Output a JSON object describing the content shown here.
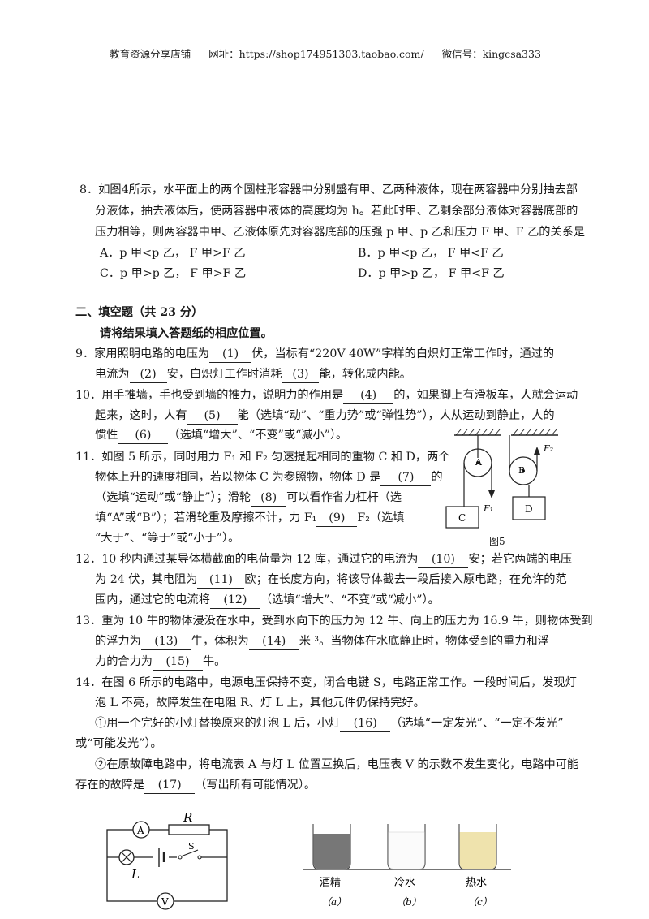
{
  "header": {
    "shop": "教育资源分享店铺",
    "site": "网址：https://shop174951303.taobao.com/",
    "wechat": "微信号：kingcsa333"
  },
  "q8": {
    "line1": "8．如图4所示，水平面上的两个圆柱形容器中分别盛有甲、乙两种液体，现在两容器中分别抽去部",
    "line2": "分液体，抽去液体后，使两容器中液体的高度均为 h。若此时甲、乙剩余部分液体对容器底部的",
    "line3": "压力相等，则两容器中甲、乙液体原先对容器底部的压强 p 甲、p 乙和压力 F 甲、F 乙的关系是",
    "optA": "A．p 甲<p 乙，  F 甲>F 乙",
    "optB": "B．p 甲<p 乙，  F 甲<F 乙",
    "optC": "C．p 甲>p 乙，  F 甲>F 乙",
    "optD": "D．p 甲>p 乙，  F 甲<F 乙"
  },
  "section2": {
    "title": "二、填空题（共 23 分）",
    "instruction": "请将结果填入答题纸的相应位置。"
  },
  "q9": {
    "a": "9．家用照明电路的电压为",
    "b1": "(1)",
    "c": "伏，当标有“220V   40W”字样的白炽灯正常工作时，通过的",
    "d": "电流为",
    "b2": "(2)",
    "e": "安，白炽灯工作时消耗",
    "b3": "(3)",
    "f": "能，转化成内能。"
  },
  "q10": {
    "a": "10．用手推墙，手也受到墙的推力，说明力的作用是",
    "b4": "(4)",
    "c": "的，如果脚上有滑板车，人就会运动",
    "d": "起来，这时，人有",
    "b5": "(5)",
    "e": "能（选填“动”、“重力势”或“弹性势”），人从运动到静止，人的",
    "f": "惯性",
    "b6": "(6)",
    "g": "（选填“增大”、“不变”或“减小”）。"
  },
  "q11": {
    "a": "11．如图 5 所示，同时用力 F₁ 和 F₂ 匀速提起相同的重物 C 和 D，两个",
    "b": "物体上升的速度相同，若以物体 C 为参照物，物体 D 是",
    "b7": "(7)",
    "c": "的",
    "d": "（选填“运动”或“静止”）；滑轮",
    "b8": "(8)",
    "e": "可以看作省力杠杆（选",
    "f": "填“A”或“B”）；若滑轮重及摩擦不计，力 F₁",
    "b9": "(9)",
    "g": "F₂（选填",
    "h": "“大于”、“等于”或“小于”）。"
  },
  "fig5": {
    "caption": "图5",
    "labelA": "A",
    "labelB": "B",
    "labelC": "C",
    "labelD": "D",
    "labelF1": "F₁",
    "labelF2": "F₂"
  },
  "q12": {
    "a": "12．10 秒内通过某导体横截面的电荷量为 12 库，通过它的电流为",
    "b10": "(10)",
    "c": "安；若它两端的电压",
    "d": "为 24 伏，其电阻为",
    "b11": "(11)",
    "e": "欧；在长度方向，将该导体截去一段后接入原电路，在允许的范",
    "f": "围内，通过它的电流将",
    "b12": "(12)",
    "g": "（选填“增大”、“不变”或“减小”）。"
  },
  "q13": {
    "a": "13．重为 10 牛的物体浸没在水中，受到水向下的压力为 12 牛、向上的压力为 16.9 牛，则物体受到",
    "b": "的浮力为",
    "b13": "(13)",
    "c": "牛，体积为",
    "b14": "(14)",
    "d": "米 ³。当物体在水底静止时，物体受到的重力和浮",
    "e": "力的合力为",
    "b15": "(15)",
    "f": "牛。"
  },
  "q14": {
    "a": "14．在图 6 所示的电路中，电源电压保持不变，闭合电键 S，电路正常工作。一段时间后，发现灯",
    "b": "泡 L 不亮，故障发生在电阻 R、灯 L 上，其他元件仍保持完好。",
    "c": "①用一个完好的小灯替换原来的灯泡 L 后，小灯",
    "b16": "(16)",
    "d": "（选填“一定发光”、“一定不发光”",
    "e": "或“可能发光”）。",
    "f": "②在原故障电路中，将电流表 A 与灯 L 位置互换后，电压表 V 的示数不发生变化，电路中可能",
    "g": "存在的故障是",
    "b17": "(17)",
    "h": "（写出所有可能情况）。"
  },
  "fig6": {
    "labelA": "A",
    "labelR": "R",
    "labelS": "S",
    "labelL": "L",
    "labelV": "V"
  },
  "fig7": {
    "alcohol": "酒精",
    "cold": "冷水",
    "hot": "热水",
    "a": "（a）",
    "b": "（b）",
    "c": "（c）"
  }
}
